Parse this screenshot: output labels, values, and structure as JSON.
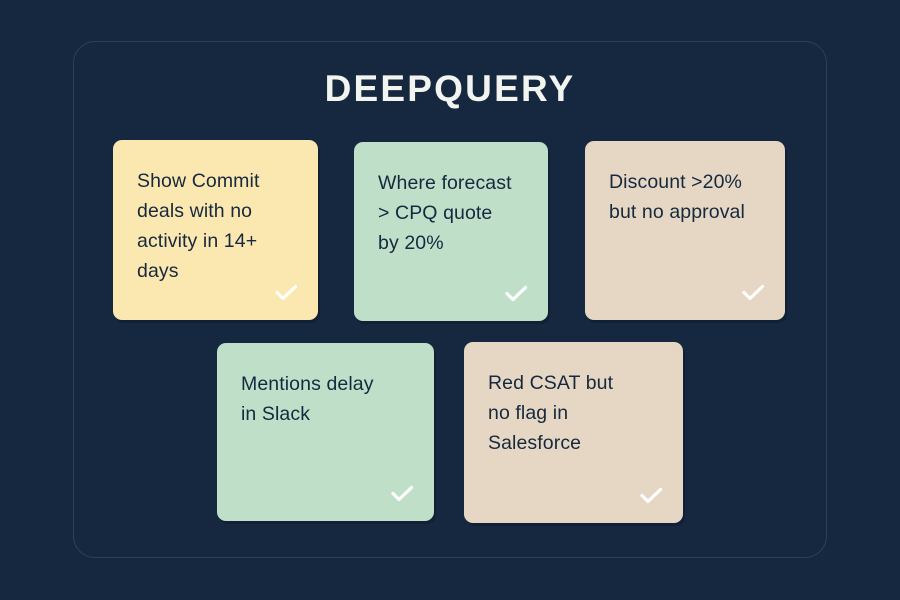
{
  "app": {
    "title": "DEEPQUERY",
    "background_color": "#16283f",
    "panel_border_color": "#2c4159",
    "title_color": "#f2f4ef",
    "card_text_color": "#16293f",
    "check_color": "#ffffff"
  },
  "cards": [
    {
      "id": "show-commit-deals",
      "text": "Show Commit\ndeals with no\nactivity in 14+\ndays",
      "color": "#fbe7b0",
      "color_name": "yellow",
      "check_icon": "check-icon",
      "checked": true
    },
    {
      "id": "forecast-vs-cpq-quote",
      "text": "Where forecast\n> CPQ quote\nby 20%",
      "color": "#bfdfc9",
      "color_name": "mint",
      "check_icon": "check-icon",
      "checked": true
    },
    {
      "id": "discount-no-approval",
      "text": "Discount >20%\nbut no approval",
      "color": "#e5d7c3",
      "color_name": "tan",
      "check_icon": "check-icon",
      "checked": true
    },
    {
      "id": "mentions-delay-slack",
      "text": "Mentions delay\nin Slack",
      "color": "#bfdfc9",
      "color_name": "mint",
      "check_icon": "check-icon",
      "checked": true
    },
    {
      "id": "red-csat-no-flag",
      "text": "Red CSAT but\nno flag in\nSalesforce",
      "color": "#e5d7c3",
      "color_name": "tan",
      "check_icon": "check-icon",
      "checked": true
    }
  ]
}
